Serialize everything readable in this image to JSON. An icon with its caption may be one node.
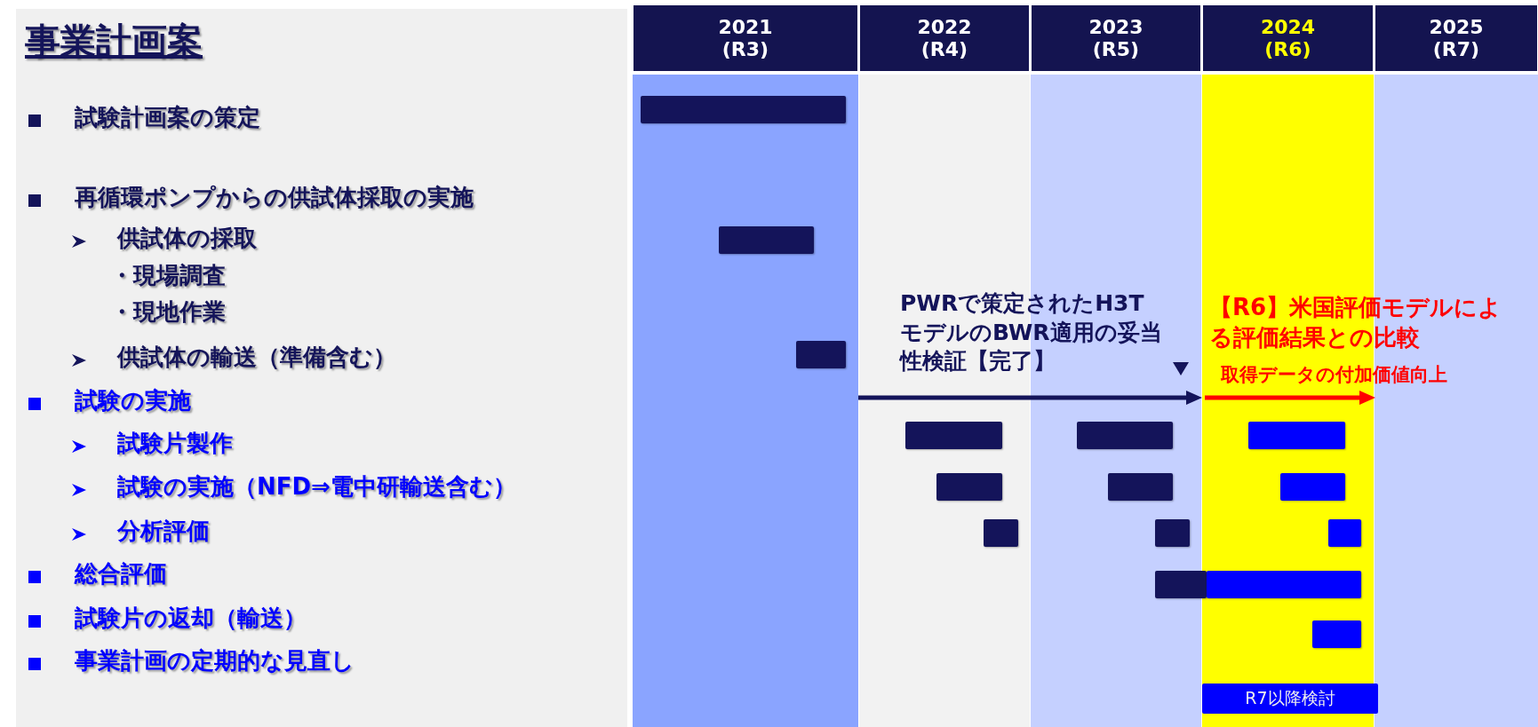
{
  "diagram": {
    "title": "事業計画案",
    "nodes": [
      {
        "text": [],
        "shape": "bar"
      },
      {
        "text": [],
        "shape": "bar"
      },
      {
        "text": [],
        "shape": "bar"
      },
      {
        "text": [],
        "shape": "bar"
      },
      {
        "text": [],
        "shape": "bar"
      },
      {
        "text": [],
        "shape": "bar"
      },
      {
        "text": [],
        "shape": "bar"
      },
      {
        "text": [],
        "shape": "bar"
      },
      {
        "text": [],
        "shape": "bar"
      },
      {
        "text": [],
        "shape": "bar"
      },
      {
        "text": [],
        "shape": "bar"
      },
      {
        "text": [],
        "shape": "bar"
      },
      {
        "text": [],
        "shape": "bar"
      },
      {
        "text": [],
        "shape": "bar"
      },
      {
        "text": [],
        "shape": "bar"
      },
      {
        "text": [
          "R7以降検討"
        ]
      }
    ],
    "labels": [
      "2021 (R3)",
      "2022 (R4)",
      "2023 (R5)",
      "2024 (R6)",
      "2025 (R7)",
      "試験計画案の策定",
      "再循環ポンプからの供試体採取の実施",
      "供試体の採取",
      "・現場調査",
      "・現地作業",
      "供試体の輸送（準備含む）",
      "試験の実施",
      "試験片製作",
      "試験の実施（NFD⇒電中研輸送含む）",
      "分析評価",
      "総合評価",
      "試験片の返却（輸送）",
      "事業計画の定期的な見直し",
      "PWRで策定されたH3TモデルのBWR適用の妥当性検証【完了】",
      "【R6】米国評価モデルによる評価結果との比較",
      "取得データの付加価値向上"
    ]
  }
}
